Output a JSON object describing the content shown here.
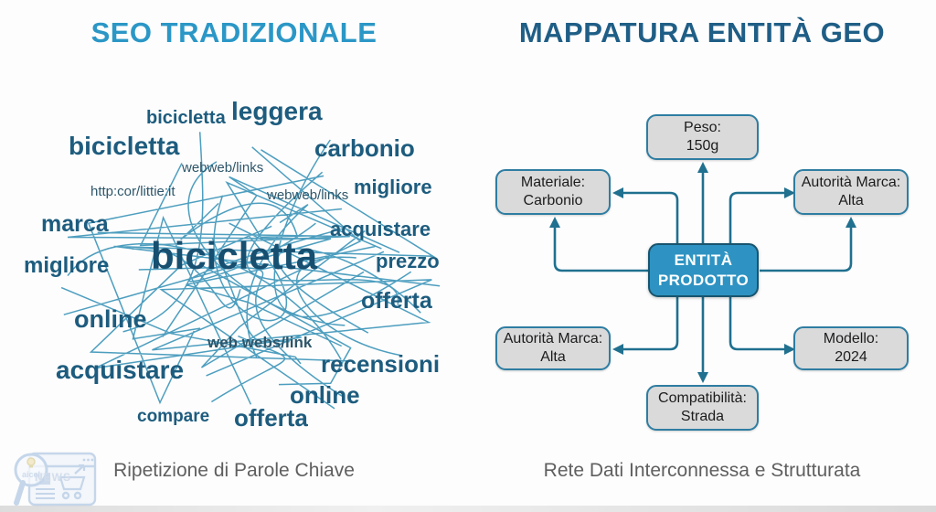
{
  "left": {
    "title": "SEO TRADIZIONALE",
    "caption": "Ripetizione di Parole Chiave",
    "cloud_words": [
      {
        "text": "bicicletta"
      },
      {
        "text": "leggera"
      },
      {
        "text": "bicicletta"
      },
      {
        "text": "carbonio"
      },
      {
        "text": "webweb/links"
      },
      {
        "text": "http:cor/littie:it"
      },
      {
        "text": "webweb/links"
      },
      {
        "text": "migliore"
      },
      {
        "text": "marca"
      },
      {
        "text": "acquistare"
      },
      {
        "text": "migliore"
      },
      {
        "text": "bicicletta"
      },
      {
        "text": "prezzo"
      },
      {
        "text": "offerta"
      },
      {
        "text": "online"
      },
      {
        "text": "web webs/link"
      },
      {
        "text": "acquistare"
      },
      {
        "text": "recensioni"
      },
      {
        "text": "online"
      },
      {
        "text": "compare"
      },
      {
        "text": "offerta"
      }
    ]
  },
  "right": {
    "title": "MAPPATURA ENTITÀ GEO",
    "caption": "Rete Dati Interconnessa e Strutturata",
    "center": {
      "line1": "ENTITÀ",
      "line2": "PRODOTTO"
    },
    "nodes": [
      {
        "label": "Peso:",
        "value": "150g"
      },
      {
        "label": "Materiale:",
        "value": "Carbonio"
      },
      {
        "label": "Autorità Marca:",
        "value": "Alta"
      },
      {
        "label": "Autorità Marca:",
        "value": "Alta"
      },
      {
        "label": "Modello:",
        "value": "2024"
      },
      {
        "label": "Compatibilità:",
        "value": "Strada"
      }
    ]
  },
  "logo": {
    "news_label": "NEWS",
    "brand": "aicel"
  },
  "colors": {
    "title_left": "#2b97c6",
    "title_right": "#1f5e86",
    "cloud_word": "#1d5c7e",
    "cloud_word_big": "#174f70",
    "cloud_link_word": "#2e566a",
    "scribble_line": "#2e8db4",
    "node_fill": "#dadada",
    "node_border": "#2e7da2",
    "center_node_fill": "#2e93c2",
    "center_node_border": "#19546e",
    "arrow": "#20708f",
    "caption_text": "#5f5f5f"
  }
}
